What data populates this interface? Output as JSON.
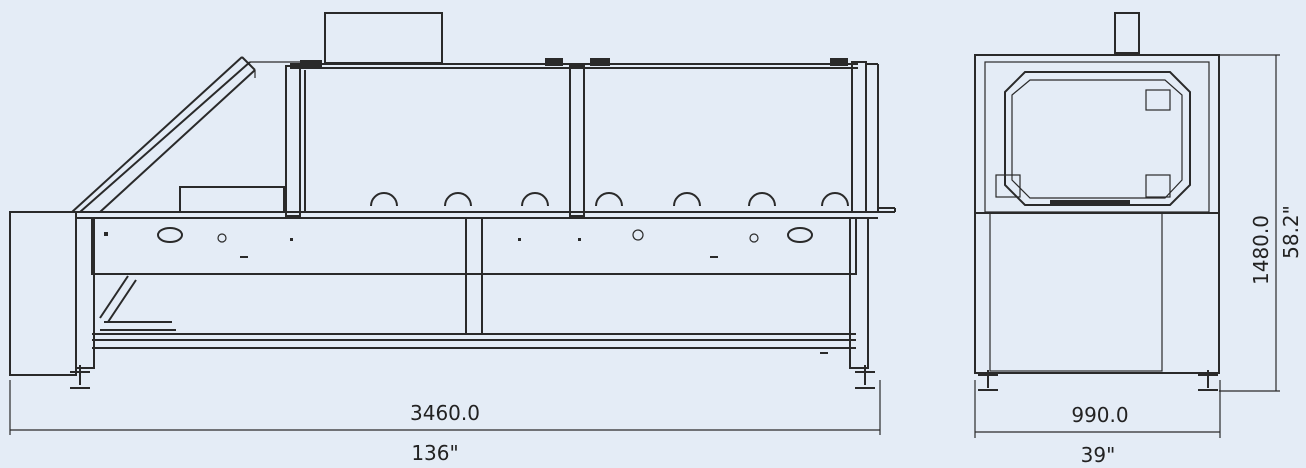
{
  "side_view": {
    "length_mm": "3460.0",
    "length_in": "136\""
  },
  "end_view": {
    "width_mm": "990.0",
    "width_in": "39\"",
    "height_mm": "1480.0",
    "height_in": "58.2\""
  },
  "colors": {
    "background": "#e4ecf6",
    "line": "#2a2a2a"
  }
}
